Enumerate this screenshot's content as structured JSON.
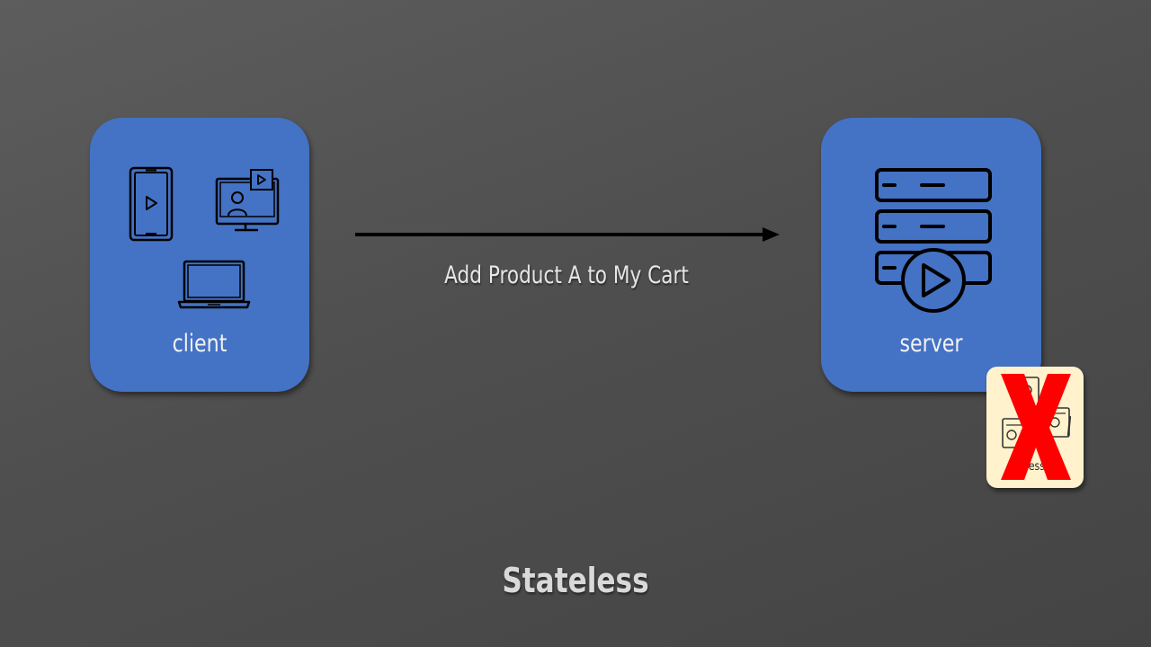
{
  "client": {
    "label": "client",
    "icons": [
      "smartphone-play-icon",
      "monitor-video-call-icon",
      "laptop-icon"
    ]
  },
  "server": {
    "label": "server",
    "icons": [
      "server-rack-play-icon"
    ]
  },
  "request": {
    "label": "Add Product A to My Cart",
    "direction": "client-to-server"
  },
  "session": {
    "caption": "sessio",
    "status": "crossed-out",
    "icons": [
      "session-documents-icon",
      "red-x-icon"
    ]
  },
  "title": "Stateless",
  "colors": {
    "box_fill": "#4472c4",
    "session_card_fill": "#fff2cc",
    "x_mark": "#ff0000",
    "arrow": "#000000",
    "background": "#4f4f4f"
  }
}
